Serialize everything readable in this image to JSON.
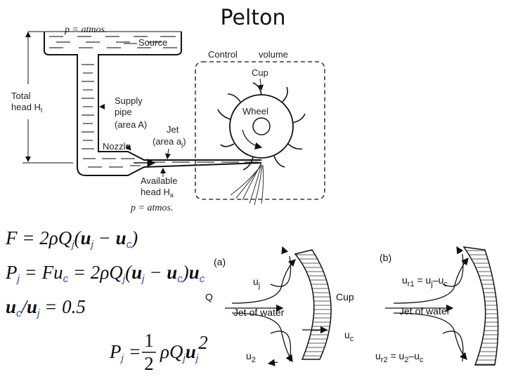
{
  "title": "Pelton",
  "schematic": {
    "p_atmos_top": "p = atmos.",
    "source": "Source",
    "control_volume": [
      "Control",
      "volume"
    ],
    "cup": "Cup",
    "wheel": "Wheel",
    "total_head": [
      "Total",
      "head H",
      "t"
    ],
    "supply_pipe": [
      "Supply",
      "pipe",
      "(area A)"
    ],
    "jet": [
      "Jet",
      "(area a",
      "j",
      ")"
    ],
    "nozzle": "Nozzle",
    "available_head": [
      "Available",
      "head H",
      "a"
    ],
    "p_atmos_bottom": "p = atmos."
  },
  "equations": {
    "eq1": [
      "F",
      " = 2",
      "ρ",
      "Q",
      "j",
      "(",
      "u",
      "j",
      " − ",
      "u",
      "c",
      ")"
    ],
    "eq2": [
      "P",
      "j",
      " = ",
      "Fu",
      "c",
      " = 2",
      "ρ",
      "Q",
      "j",
      "(",
      "u",
      "j",
      " − ",
      "u",
      "c",
      ")",
      "u",
      "c"
    ],
    "eq3": [
      "u",
      "c",
      "/",
      "u",
      "j",
      " = 0.5"
    ],
    "eq4": [
      "P",
      "j",
      " = ",
      "1",
      "2",
      "ρ",
      "Q",
      "j",
      "u",
      "j",
      "2"
    ]
  },
  "fig_a": {
    "label": "(a)",
    "uj": [
      "u",
      "j"
    ],
    "q": "Q",
    "cup": "Cup",
    "jet_of_water": "Jet of water",
    "uc": [
      "u",
      "c"
    ],
    "u2": [
      "u",
      "2"
    ]
  },
  "fig_b": {
    "label": "(b)",
    "ur1": [
      "u",
      "r1",
      " = u",
      "j",
      "–u",
      "c"
    ],
    "jet_of_water": "Jet of water",
    "ur2": [
      "u",
      "r2",
      " = u",
      "2",
      "–u",
      "c"
    ]
  }
}
